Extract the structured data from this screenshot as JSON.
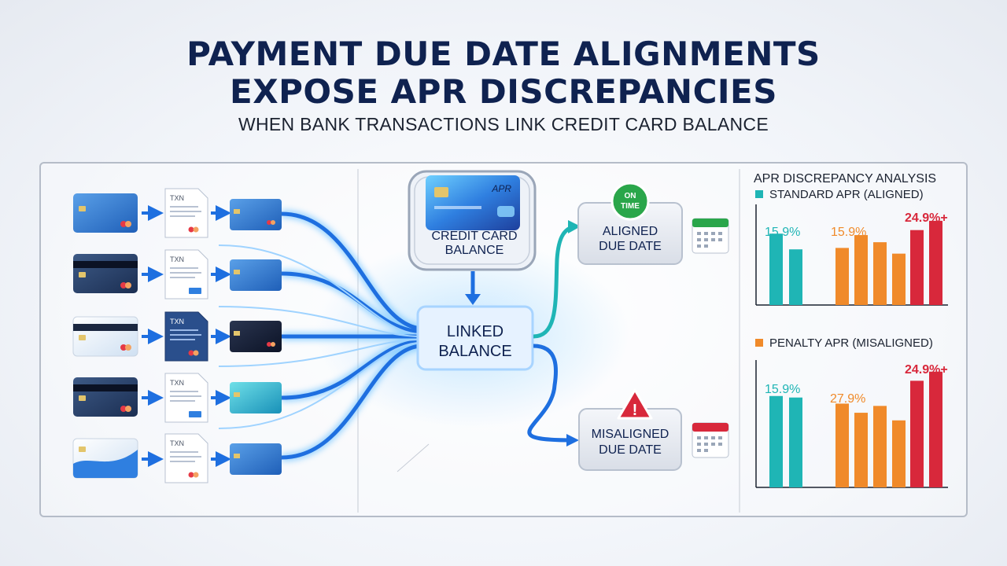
{
  "header": {
    "title_line1": "PAYMENT DUE DATE ALIGNMENTS",
    "title_line2": "EXPOSE APR DISCREPANCIES",
    "subtitle": "WHEN BANK TRANSACTIONS LINK CREDIT CARD BALANCE"
  },
  "flow": {
    "txn_label": "TXN",
    "credit_card": {
      "card_label": "APR",
      "line1": "CREDIT CARD",
      "line2": "BALANCE"
    },
    "linked": {
      "line1": "LINKED",
      "line2": "BALANCE"
    },
    "aligned": {
      "badge_line1": "ON",
      "badge_line2": "TIME",
      "line1": "ALIGNED",
      "line2": "DUE DATE"
    },
    "misaligned": {
      "badge": "!",
      "line1": "MISALIGNED",
      "line2": "DUE DATE"
    }
  },
  "analysis": {
    "title": "APR DISCREPANCY ANALYSIS",
    "standard": {
      "legend": "STANDARD APR (ALIGNED)",
      "label_left": "15.9%",
      "label_mid": "15.9%",
      "label_right": "24.9%+"
    },
    "penalty": {
      "legend": "PENALTY APR (MISALIGNED)",
      "label_left": "15.9%",
      "label_mid": "27.9%",
      "label_right": "24.9%+"
    }
  },
  "colors": {
    "navy": "#0f2250",
    "flow_blue": "#1e6fe0",
    "teal": "#1fb5b5",
    "orange": "#f08a2a",
    "red": "#d8283b",
    "green": "#2aa64a"
  },
  "chart_data": [
    {
      "type": "bar",
      "title": "STANDARD APR (ALIGNED)",
      "series": [
        {
          "name": "",
          "color": "#1fb5b5",
          "values": [
            100,
            78
          ]
        },
        {
          "name": "",
          "color": "#f08a2a",
          "values": [
            80,
            98,
            88,
            72
          ]
        },
        {
          "name": "",
          "color": "#d8283b",
          "values": [
            105,
            118
          ]
        }
      ],
      "annotations": [
        "15.9%",
        "15.9%",
        "24.9%+"
      ],
      "ylim": [
        0,
        130
      ],
      "grid": false
    },
    {
      "type": "bar",
      "title": "PENALTY APR (MISALIGNED)",
      "series": [
        {
          "name": "",
          "color": "#1fb5b5",
          "values": [
            120,
            118
          ]
        },
        {
          "name": "",
          "color": "#f08a2a",
          "values": [
            110,
            98,
            107,
            88
          ]
        },
        {
          "name": "",
          "color": "#d8283b",
          "values": [
            140,
            152
          ]
        }
      ],
      "annotations": [
        "15.9%",
        "27.9%",
        "24.9%+"
      ],
      "ylim": [
        0,
        160
      ],
      "grid": false
    }
  ]
}
